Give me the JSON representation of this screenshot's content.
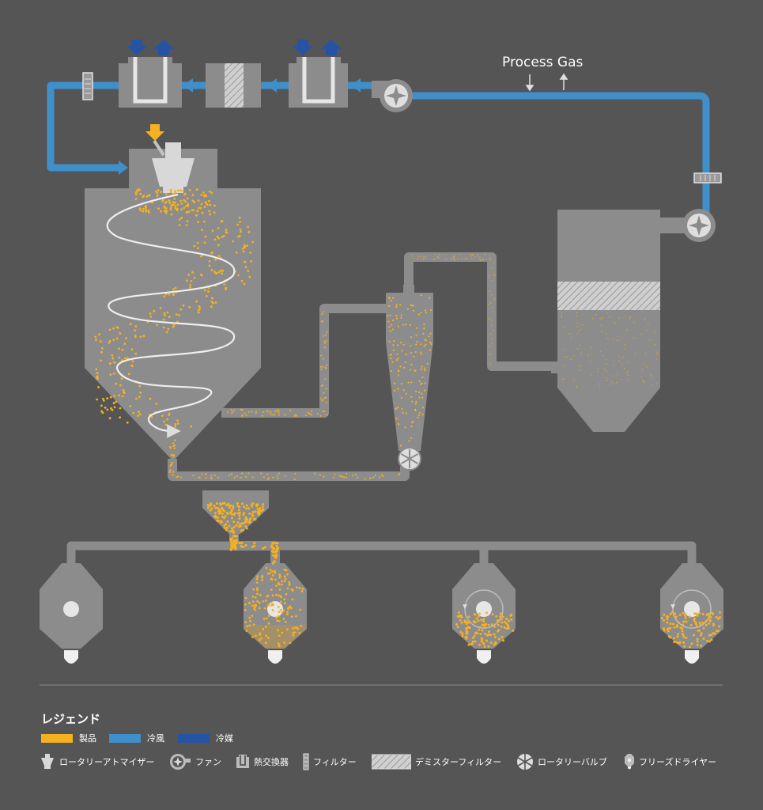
{
  "labels": {
    "process_gas": "Process Gas"
  },
  "legend": {
    "title": "レジェンド",
    "colors": [
      {
        "label": "製品",
        "color": "#f5b120"
      },
      {
        "label": "冷風",
        "color": "#3f8fcb"
      },
      {
        "label": "冷媒",
        "color": "#2753a4"
      }
    ],
    "symbols": [
      {
        "label": "ロータリーアトマイザー",
        "icon": "atomizer-icon"
      },
      {
        "label": "ファン",
        "icon": "fan-icon"
      },
      {
        "label": "熱交換器",
        "icon": "heat-exchanger-icon"
      },
      {
        "label": "フィルター",
        "icon": "filter-icon"
      },
      {
        "label": "デミスターフィルター",
        "icon": "demister-filter-icon"
      },
      {
        "label": "ロータリーバルブ",
        "icon": "rotary-valve-icon"
      },
      {
        "label": "フリーズドライヤー",
        "icon": "freeze-dryer-icon"
      }
    ]
  },
  "colors": {
    "background": "#555555",
    "equipment": "#8c8c8c",
    "product": "#f5b120",
    "cold_air": "#3f8fcb",
    "refrigerant": "#2753a4"
  }
}
